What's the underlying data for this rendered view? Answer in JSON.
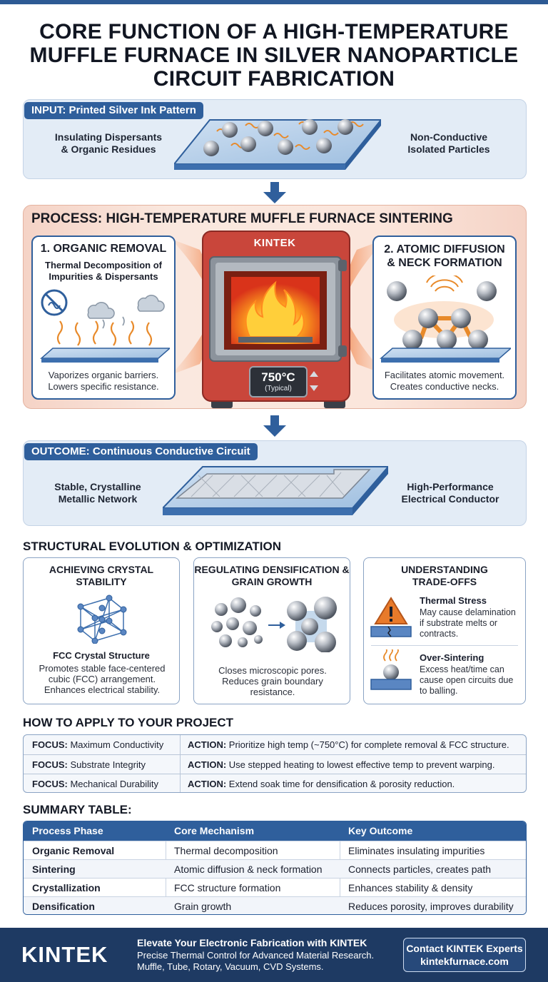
{
  "title": "CORE FUNCTION OF A HIGH-TEMPERATURE MUFFLE FURNACE IN SILVER NANOPARTICLE CIRCUIT FABRICATION",
  "input": {
    "tag_prefix": "INPUT:",
    "tag_text": "Printed Silver Ink Pattern",
    "left_label": "Insulating Dispersants & Organic Residues",
    "right_label": "Non-Conductive Isolated Particles"
  },
  "process": {
    "title": "PROCESS: HIGH-TEMPERATURE MUFFLE FURNACE SINTERING",
    "furnace_brand": "KINTEK",
    "temperature": "750°C",
    "temperature_note": "(Typical)",
    "step1": {
      "title": "1. ORGANIC REMOVAL",
      "subtitle": "Thermal Decomposition of Impurities & Dispersants",
      "text": "Vaporizes organic barriers. Lowers specific resistance."
    },
    "step2": {
      "title": "2. ATOMIC DIFFUSION & NECK FORMATION",
      "text": "Facilitates atomic movement. Creates conductive necks."
    }
  },
  "outcome": {
    "tag_prefix": "OUTCOME:",
    "tag_text": "Continuous Conductive Circuit",
    "left_label": "Stable, Crystalline Metallic Network",
    "right_label": "High-Performance Electrical Conductor"
  },
  "structural": {
    "heading": "STRUCTURAL EVOLUTION & OPTIMIZATION",
    "card1": {
      "title": "ACHIEVING CRYSTAL STABILITY",
      "caption": "FCC Crystal Structure",
      "text": "Promotes stable face-centered cubic (FCC) arrangement. Enhances electrical stability."
    },
    "card2": {
      "title": "REGULATING DENSIFICATION & GRAIN GROWTH",
      "text": "Closes microscopic pores. Reduces grain boundary resistance."
    },
    "card3": {
      "title": "UNDERSTANDING TRADE-OFFS",
      "item1_title": "Thermal Stress",
      "item1_text": "May cause delamination if substrate melts or contracts.",
      "item2_title": "Over-Sintering",
      "item2_text": "Excess heat/time can cause open circuits due to balling."
    }
  },
  "apply": {
    "heading": "HOW TO APPLY TO YOUR PROJECT",
    "focus_label": "FOCUS:",
    "action_label": "ACTION:",
    "rows": [
      {
        "focus": "Maximum Conductivity",
        "action": "Prioritize high temp (~750°C) for complete removal & FCC structure."
      },
      {
        "focus": "Substrate Integrity",
        "action": "Use stepped heating to lowest effective temp to prevent warping."
      },
      {
        "focus": "Mechanical Durability",
        "action": "Extend soak time for densification & porosity reduction."
      }
    ]
  },
  "summary": {
    "heading": "SUMMARY TABLE:",
    "columns": [
      "Process Phase",
      "Core Mechanism",
      "Key Outcome"
    ],
    "rows": [
      [
        "Organic Removal",
        "Thermal decomposition",
        "Eliminates insulating impurities"
      ],
      [
        "Sintering",
        "Atomic diffusion & neck formation",
        "Connects particles, creates path"
      ],
      [
        "Crystallization",
        "FCC structure formation",
        "Enhances stability & density"
      ],
      [
        "Densification",
        "Grain growth",
        "Reduces porosity, improves durability"
      ]
    ]
  },
  "footer": {
    "logo": "KINTEK",
    "headline": "Elevate Your Electronic Fabrication with KINTEK",
    "line1": "Precise Thermal Control for Advanced Material Research.",
    "line2": "Muffle, Tube, Rotary, Vacuum, CVD Systems.",
    "cta_line1": "Contact KINTEK Experts",
    "cta_line2": "kintekfurnace.com"
  },
  "colors": {
    "primary": "#2f5f9c",
    "footer": "#1e3a63",
    "furnace": "#c9463b",
    "process_bg": "#fae8df"
  }
}
